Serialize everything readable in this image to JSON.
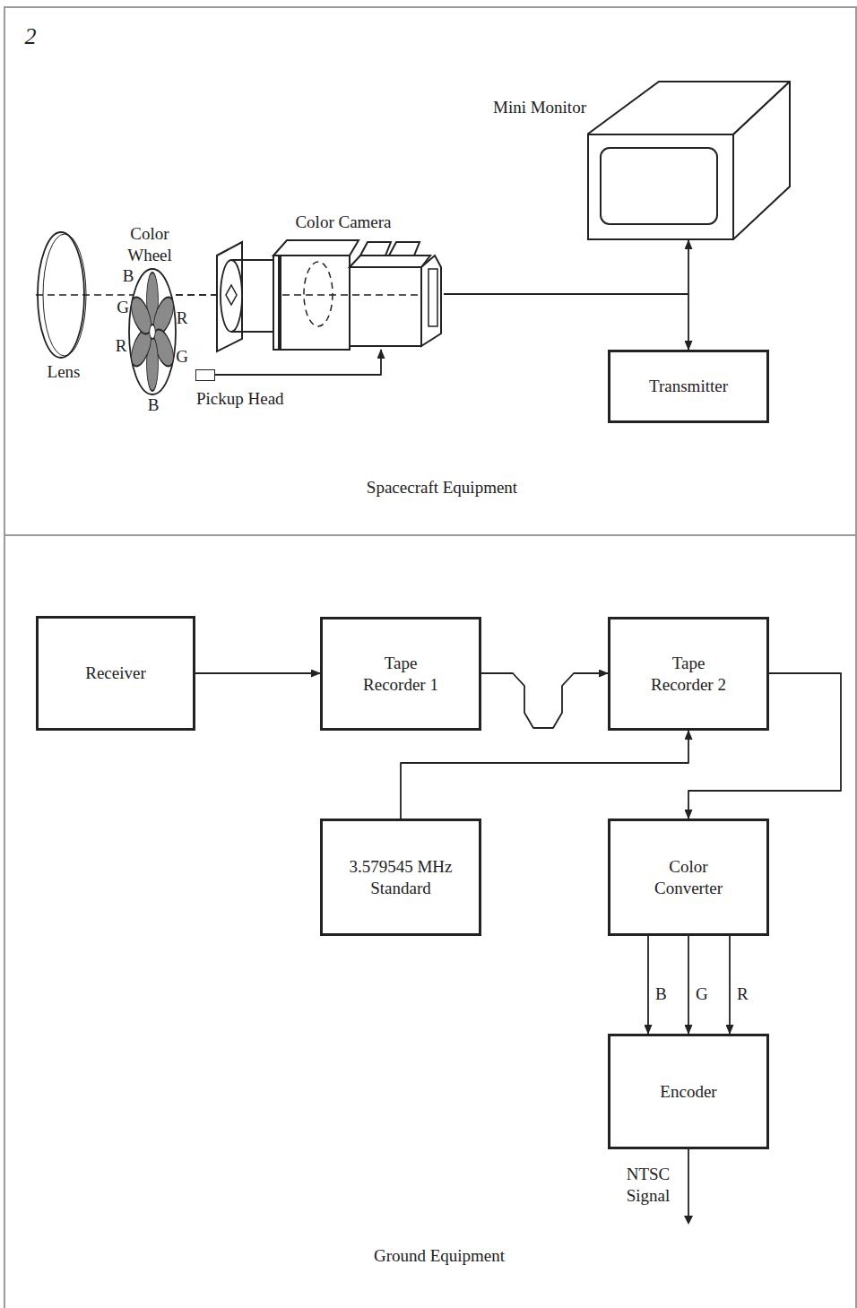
{
  "diagram": {
    "nodes": [
      {
        "text": [
          "Mini Monitor"
        ]
      },
      {
        "text": [
          "Color Camera"
        ]
      },
      {
        "text": [
          "Pickup Head"
        ]
      },
      {
        "text": [
          "Transmitter"
        ]
      },
      {
        "text": [
          "Receiver"
        ]
      },
      {
        "text": [
          "Tape Recorder 1"
        ]
      },
      {
        "text": [
          "Tape Recorder 2"
        ]
      },
      {
        "text": [
          "3.579545 MHz Standard"
        ]
      },
      {
        "text": [
          "Color Converter"
        ]
      },
      {
        "text": [
          "Encoder"
        ]
      }
    ],
    "edges": [
      {
        "from": 1,
        "to": 0,
        "arrow": "to"
      },
      {
        "from": 1,
        "to": 3,
        "arrow": "to"
      },
      {
        "from": 2,
        "to": 1,
        "arrow": "to"
      },
      {
        "from": 4,
        "to": 5,
        "arrow": "to"
      },
      {
        "from": 5,
        "to": 6,
        "arrow": "to"
      },
      {
        "from": 7,
        "to": 6,
        "arrow": "to"
      },
      {
        "from": 6,
        "to": 8,
        "arrow": "to"
      },
      {
        "from": 8,
        "to": 9,
        "label": "B",
        "arrow": "to"
      },
      {
        "from": 8,
        "to": 9,
        "label": "G",
        "arrow": "to"
      },
      {
        "from": 8,
        "to": 9,
        "label": "R",
        "arrow": "to"
      }
    ],
    "labels": [
      "2",
      "Color Wheel",
      "B",
      "G",
      "R",
      "R",
      "G",
      "B",
      "Lens",
      "Spacecraft Equipment",
      "NTSC Signal",
      "Ground Equipment"
    ]
  }
}
